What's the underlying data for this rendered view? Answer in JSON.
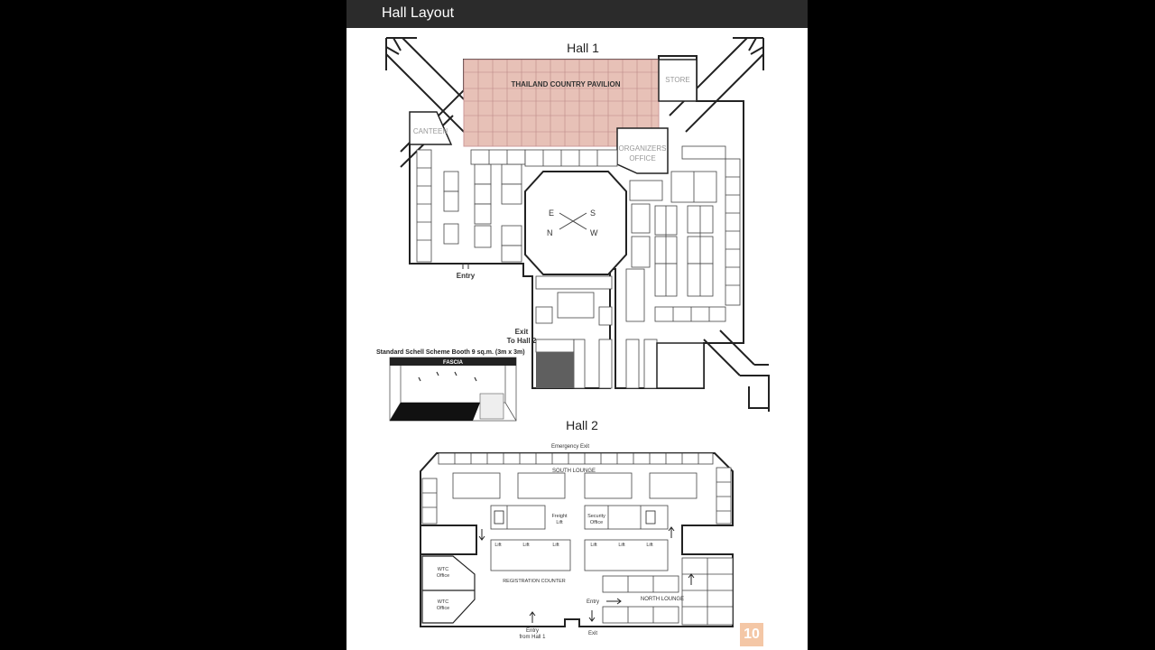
{
  "header": {
    "title": "Hall Layout"
  },
  "hall1": {
    "title": "Hall 1",
    "pavilion": "THAILAND COUNTRY PAVILION",
    "store": "STORE",
    "canteen": "CANTEEN",
    "organizers_office": [
      "ORGANIZERS",
      "OFFICE"
    ],
    "compass": {
      "e": "E",
      "s": "S",
      "n": "N",
      "w": "W"
    },
    "entry": "Entry",
    "exit": [
      "Exit",
      "To Hall 2"
    ],
    "shell_scheme": "Standard Schell Scheme Booth 9 sq.m. (3m x 3m)",
    "fascia": "FASCIA",
    "booth_size": "(3x3)"
  },
  "hall2": {
    "title": "Hall 2",
    "emergency_exit": "Emergency Exit",
    "south_lounge": "SOUTH LOUNGE",
    "north_lounge": "NORTH LOUNGE",
    "registration": "REGISTRATION COUNTER",
    "freight_lift": [
      "Freight",
      "Lift"
    ],
    "security_office": [
      "Security",
      "Office"
    ],
    "lift": "Lift",
    "wtc_office": [
      "WTC",
      "Office"
    ],
    "entry": "Entry",
    "entry_from_hall1": [
      "Entry",
      "from Hall 1"
    ],
    "exit": "Exit"
  },
  "page_number": "10"
}
